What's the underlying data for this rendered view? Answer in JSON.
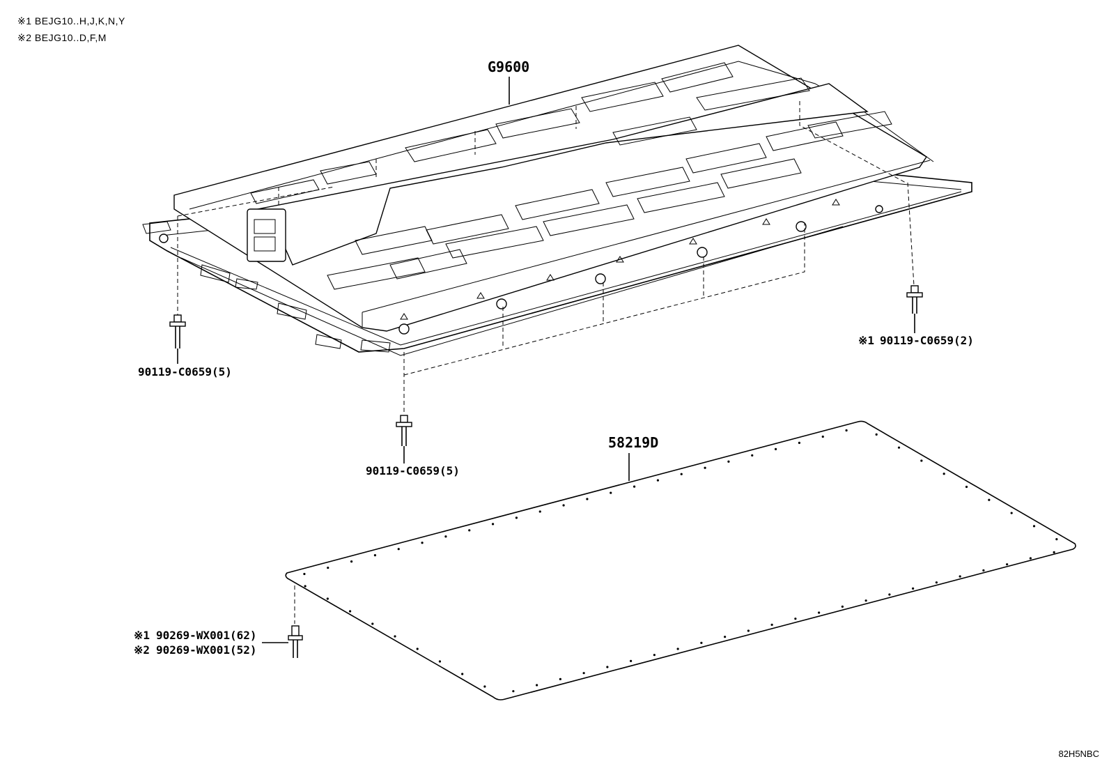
{
  "notes": [
    {
      "mark": "※1",
      "text": "BEJG10..H,J,K,N,Y"
    },
    {
      "mark": "※2",
      "text": "BEJG10..D,F,M"
    }
  ],
  "parts": {
    "battery_assembly": "G9600",
    "under_cover": "58219D",
    "bolt_left": "90119-C0659(5)",
    "bolt_center": "90119-C0659(5)",
    "bolt_right_mark": "※1",
    "bolt_right": "90119-C0659(2)",
    "rivet_1_mark": "※1",
    "rivet_1": "90269-WX001(62)",
    "rivet_2_mark": "※2",
    "rivet_2": "90269-WX001(52)"
  },
  "illustration_code": "82H5NBC"
}
